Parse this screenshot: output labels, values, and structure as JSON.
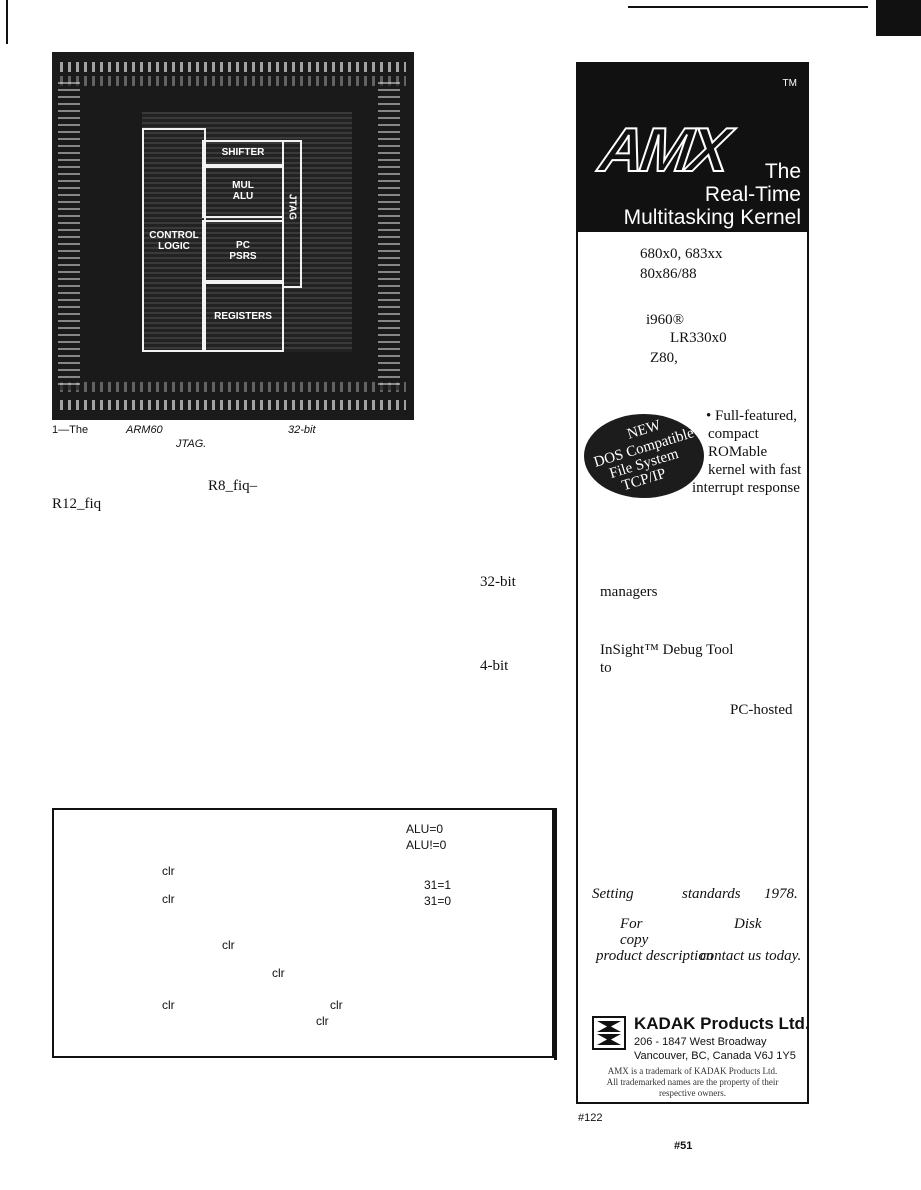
{
  "figure": {
    "blocks": {
      "shifter": "SHIFTER",
      "mul_alu": [
        "MUL",
        "ALU"
      ],
      "control_logic": [
        "CONTROL",
        "LOGIC"
      ],
      "pc_psrs": [
        "PC",
        "PSRS"
      ],
      "registers": "REGISTERS",
      "jtag": "JTAG"
    },
    "caption": {
      "figure_num": "1—The",
      "chip": "ARM60",
      "bits": "32-bit",
      "jtag": "JTAG."
    }
  },
  "body_text": {
    "r8_fiq": "R8_fiq–",
    "r12_fiq": "R12_fiq",
    "bits32": "32-bit",
    "bits4": "4-bit"
  },
  "code_table": {
    "alu_eq": "ALU=0",
    "alu_ne": "ALU!=0",
    "clr": "clr",
    "bit31_set": "31=1",
    "bit31_clr": "31=0"
  },
  "ad": {
    "trademark": "TM",
    "logo": "AMX",
    "tagline": [
      "The",
      "Real-Time",
      "Multitasking Kernel"
    ],
    "cpus": [
      "680x0, 683xx",
      "80x86/88",
      "i960®",
      "LR330x0",
      "Z80,"
    ],
    "badge": [
      "NEW",
      "DOS Compatible",
      "File System",
      "TCP/IP"
    ],
    "features": [
      "•  Full-featured,",
      "compact",
      "ROMable",
      "kernel with fast",
      "interrupt response"
    ],
    "fragments": {
      "managers": "managers",
      "insight": "InSight™ Debug Tool",
      "to": "to",
      "pc_hosted": "PC-hosted"
    },
    "slogan": {
      "setting": "Setting",
      "standards": "standards",
      "year": "1978.",
      "for": "For",
      "disk": "Disk",
      "copy": "copy",
      "product_description": "product description",
      "contact": "contact us today."
    },
    "company": {
      "name": "KADAK Products Ltd.",
      "address_1": "206 - 1847 West Broadway",
      "address_2": "Vancouver, BC, Canada  V6J 1Y5"
    },
    "trademark_notes": [
      "AMX is a trademark of KADAK Products Ltd.",
      "All trademarked names are the property of their",
      "respective owners."
    ]
  },
  "reader_service": {
    "ad_number": "#122",
    "page_number": "#51"
  }
}
